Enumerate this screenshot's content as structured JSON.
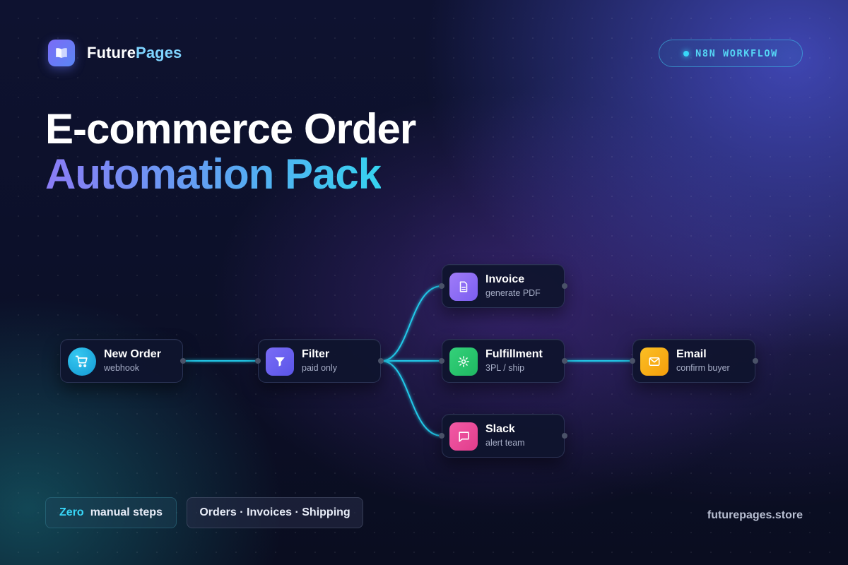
{
  "brand": {
    "name_part1": "Future",
    "name_part2": "Pages",
    "logo_icon": "book-icon"
  },
  "badge": {
    "label": "N8N WORKFLOW"
  },
  "title": {
    "line1": "E-commerce Order",
    "line2": "Automation Pack"
  },
  "workflow": {
    "nodes": [
      {
        "title": "New Order",
        "subtitle": "webhook",
        "icon": "cart-icon",
        "color": "#1aa9e0"
      },
      {
        "title": "Filter",
        "subtitle": "paid only",
        "icon": "filter-icon",
        "color": "#6a62f2"
      },
      {
        "title": "Invoice",
        "subtitle": "generate PDF",
        "icon": "document-icon",
        "color": "#8b6cf2"
      },
      {
        "title": "Fulfillment",
        "subtitle": "3PL / ship",
        "icon": "gear-icon",
        "color": "#22c55e"
      },
      {
        "title": "Slack",
        "subtitle": "alert team",
        "icon": "chat-icon",
        "color": "#ec4899"
      },
      {
        "title": "Email",
        "subtitle": "confirm buyer",
        "icon": "mail-icon",
        "color": "#f5a623"
      }
    ],
    "connection_color": "#22c8e8"
  },
  "footer": {
    "pill1_highlight": "Zero",
    "pill1_text": "manual steps",
    "pill2_text": "Orders · Invoices · Shipping",
    "site": "futurepages.store"
  },
  "colors": {
    "accent_cyan": "#38d7f8",
    "title_gradient_start": "#8b7cf6",
    "title_gradient_end": "#36d3f0",
    "background": "#0b0f22"
  }
}
